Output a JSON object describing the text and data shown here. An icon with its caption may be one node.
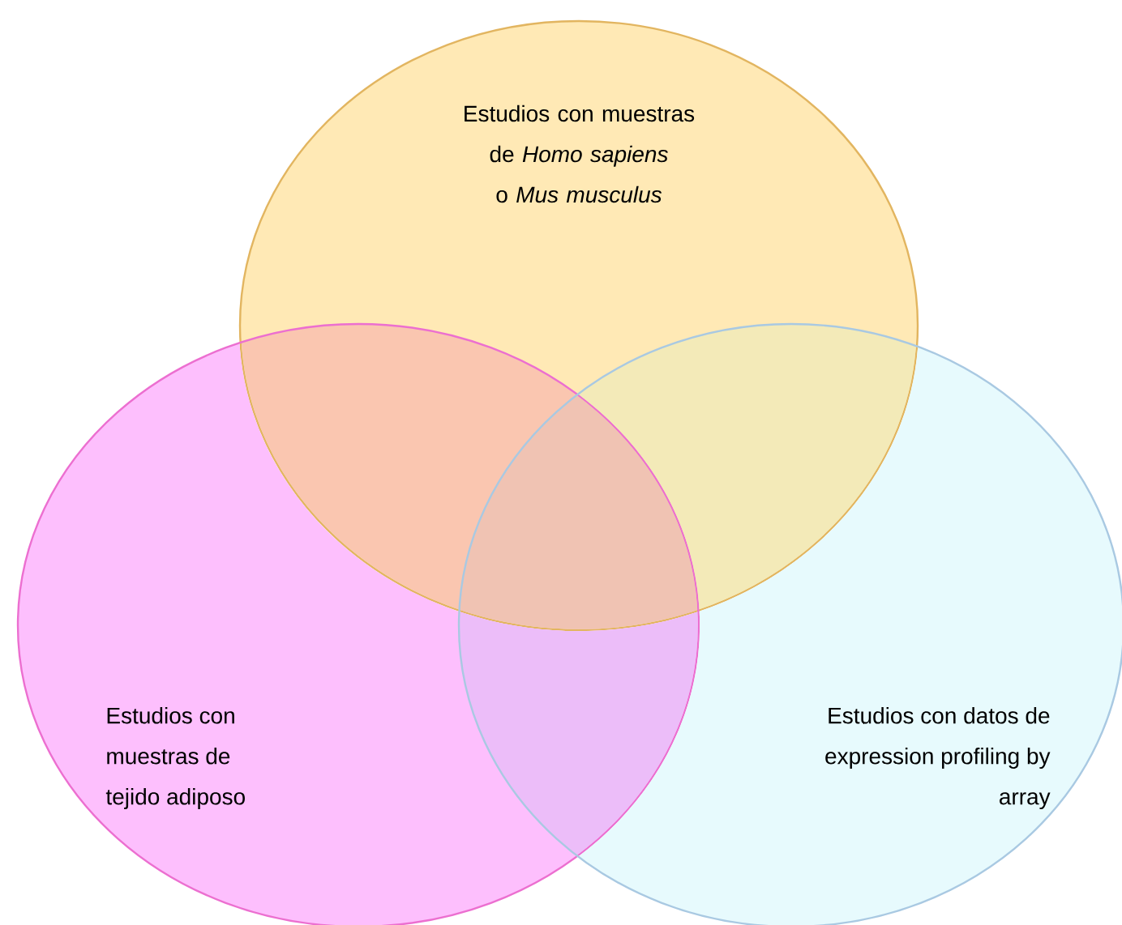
{
  "diagram": {
    "nodes": [
      {
        "text": [
          "Estudios con muestras de *Homo sapiens* o *Mus musculus*"
        ]
      },
      {
        "text": [
          "Estudios con muestras de tejido adiposo"
        ]
      },
      {
        "text": [
          "Estudios con datos de expression profiling by array"
        ]
      }
    ]
  }
}
